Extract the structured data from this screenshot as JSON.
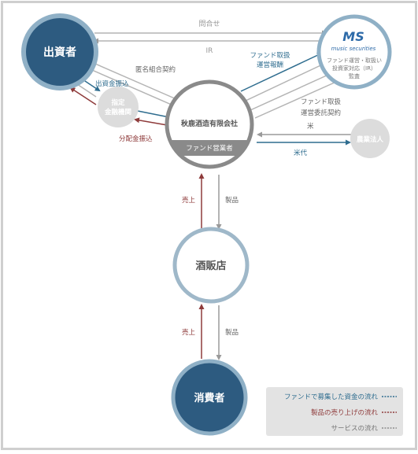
{
  "nodes": {
    "investor": "出資者",
    "music_logo": "MS",
    "music_tag": "music securities",
    "music_desc": [
      "ファンド運営・取扱い",
      "投資家対応（IR）",
      "監査"
    ],
    "bank": [
      "指定",
      "金融機関"
    ],
    "company": "秋鹿酒造有限会社",
    "company_role": "ファンド営業者",
    "farm": "農業法人",
    "store": "酒販店",
    "consumer": "消費者"
  },
  "labels": {
    "inquiry": "問合せ",
    "ir": "IR",
    "anonymous_contract": "匿名組合契約",
    "fund_handling": [
      "ファンド取扱",
      "運営報酬"
    ],
    "investment_transfer": "出資金振込",
    "distribution_transfer": "分配金振込",
    "fund_contract": [
      "ファンド取扱",
      "運営委託契約"
    ],
    "rice": "米",
    "rice_payment": "米代",
    "sales_upper": "売上",
    "product_upper": "製品",
    "sales_lower": "売上",
    "product_lower": "製品"
  },
  "legend": [
    {
      "label": "ファンドで募集した資金の流れ",
      "color": "#2f6d8f"
    },
    {
      "label": "製品の売り上げの流れ",
      "color": "#8e3a3a"
    },
    {
      "label": "サービスの流れ",
      "color": "#8c8c8c"
    }
  ],
  "colors": {
    "navy": "#2d5b80",
    "navy_ring": "#8fb0c6",
    "gray_ring": "#8a8a8a",
    "blue_flow": "#2f6d8f",
    "red_flow": "#8e3a3a",
    "gray_flow": "#a8a8a8"
  }
}
